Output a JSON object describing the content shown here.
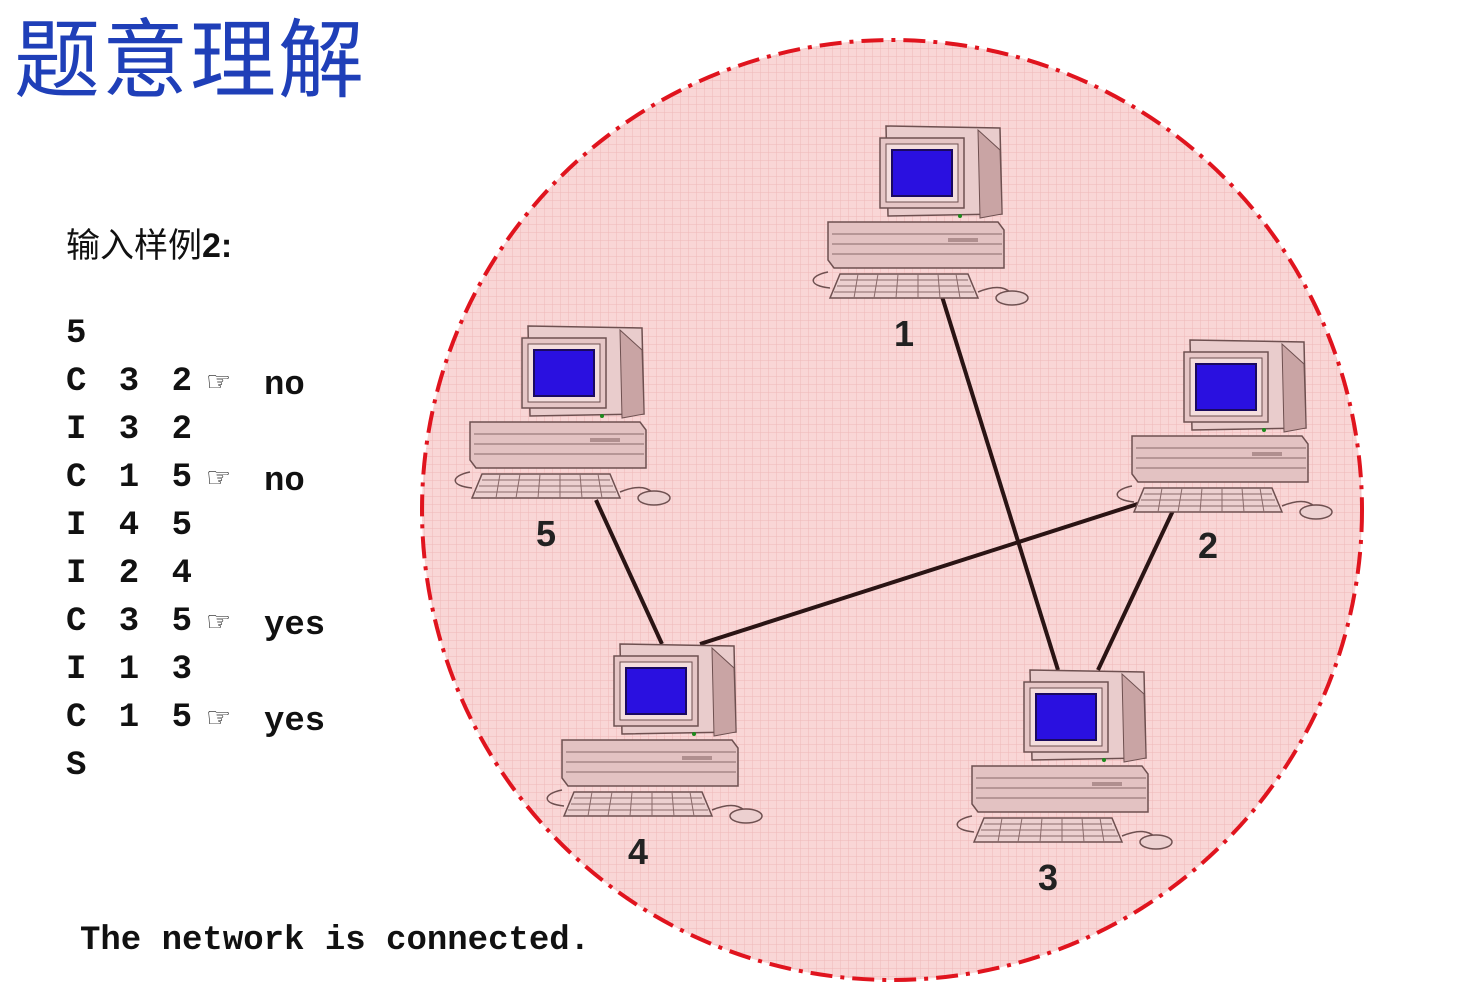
{
  "title": "题意理解",
  "sample": {
    "label_text": "输入样例",
    "label_number": "2:",
    "lines": [
      {
        "cmd": "5",
        "hand": "",
        "result": ""
      },
      {
        "cmd": "C 3 2",
        "hand": "☞",
        "result": "no"
      },
      {
        "cmd": "I 3 2",
        "hand": "",
        "result": ""
      },
      {
        "cmd": "C 1 5",
        "hand": "☞",
        "result": "no"
      },
      {
        "cmd": "I 4 5",
        "hand": "",
        "result": ""
      },
      {
        "cmd": "I 2 4",
        "hand": "",
        "result": ""
      },
      {
        "cmd": "C 3 5",
        "hand": "☞",
        "result": "yes"
      },
      {
        "cmd": "I 1 3",
        "hand": "",
        "result": ""
      },
      {
        "cmd": "C 1 5",
        "hand": "☞",
        "result": "yes"
      },
      {
        "cmd": "S",
        "hand": "",
        "result": ""
      }
    ]
  },
  "output": "The network is connected.",
  "network": {
    "nodes": [
      {
        "id": "1",
        "label": "1"
      },
      {
        "id": "2",
        "label": "2"
      },
      {
        "id": "3",
        "label": "3"
      },
      {
        "id": "4",
        "label": "4"
      },
      {
        "id": "5",
        "label": "5"
      }
    ],
    "edges": [
      [
        "1",
        "3"
      ],
      [
        "2",
        "3"
      ],
      [
        "2",
        "4"
      ],
      [
        "4",
        "5"
      ]
    ],
    "colors": {
      "circle_fill": "#f7d2d2",
      "circle_border": "#e0141e",
      "computer_body": "#e8c9c9",
      "screen": "#2a10e0",
      "edge": "#2a1414",
      "title": "#1f3fb8"
    }
  }
}
